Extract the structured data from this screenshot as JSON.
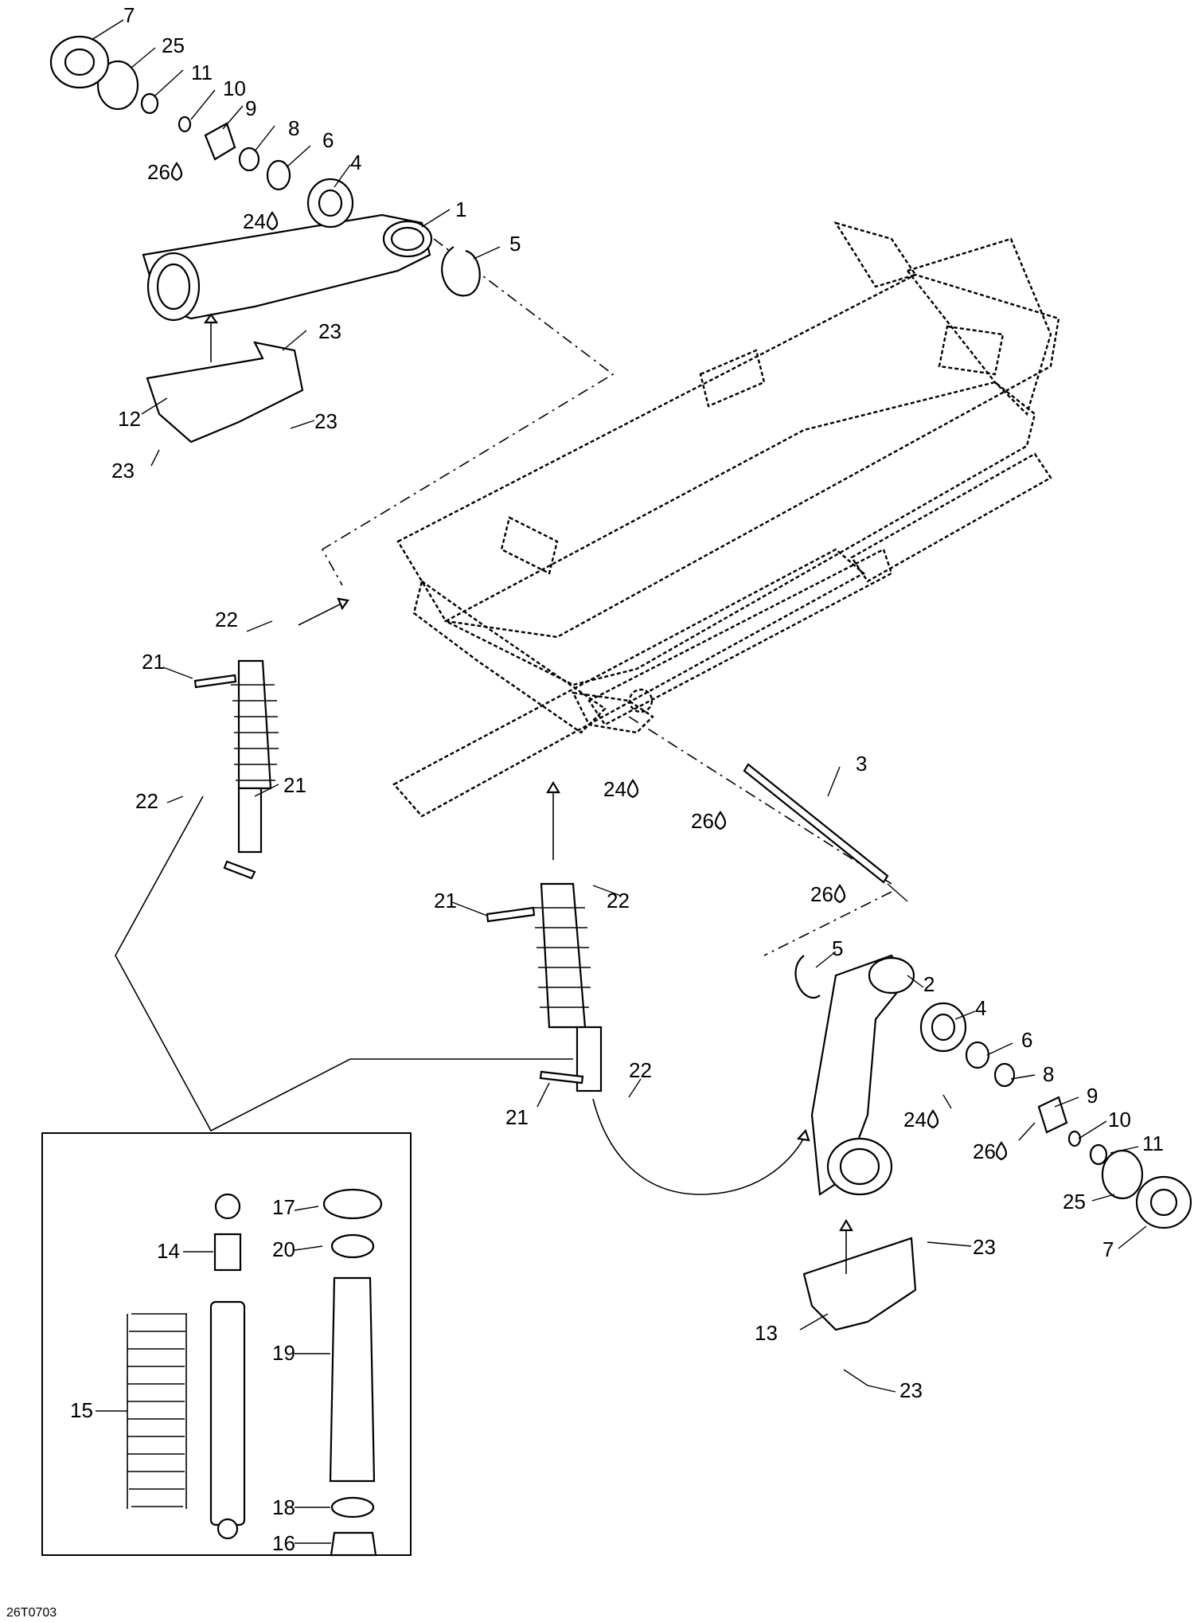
{
  "drawing_code": "26T0703",
  "callouts": [
    {
      "id": "c7a",
      "text": "7"
    },
    {
      "id": "c25a",
      "text": "25"
    },
    {
      "id": "c11a",
      "text": "11"
    },
    {
      "id": "c10a",
      "text": "10"
    },
    {
      "id": "c9a",
      "text": "9"
    },
    {
      "id": "c8a",
      "text": "8"
    },
    {
      "id": "c6a",
      "text": "6"
    },
    {
      "id": "c26a",
      "text": "26"
    },
    {
      "id": "c4a",
      "text": "4"
    },
    {
      "id": "c24a",
      "text": "24"
    },
    {
      "id": "c1",
      "text": "1"
    },
    {
      "id": "c5a",
      "text": "5"
    },
    {
      "id": "c23a",
      "text": "23"
    },
    {
      "id": "c12",
      "text": "12"
    },
    {
      "id": "c23b",
      "text": "23"
    },
    {
      "id": "c23c",
      "text": "23"
    },
    {
      "id": "c22a",
      "text": "22"
    },
    {
      "id": "c21a",
      "text": "21"
    },
    {
      "id": "c22b",
      "text": "22"
    },
    {
      "id": "c21b",
      "text": "21"
    },
    {
      "id": "c24b",
      "text": "24"
    },
    {
      "id": "c3",
      "text": "3"
    },
    {
      "id": "c26b",
      "text": "26"
    },
    {
      "id": "c26c",
      "text": "26"
    },
    {
      "id": "c21c",
      "text": "21"
    },
    {
      "id": "c22c",
      "text": "22"
    },
    {
      "id": "c5b",
      "text": "5"
    },
    {
      "id": "c2",
      "text": "2"
    },
    {
      "id": "c4b",
      "text": "4"
    },
    {
      "id": "c6b",
      "text": "6"
    },
    {
      "id": "c8b",
      "text": "8"
    },
    {
      "id": "c9b",
      "text": "9"
    },
    {
      "id": "c22d",
      "text": "22"
    },
    {
      "id": "c21d",
      "text": "21"
    },
    {
      "id": "c24c",
      "text": "24"
    },
    {
      "id": "c10b",
      "text": "10"
    },
    {
      "id": "c11b",
      "text": "11"
    },
    {
      "id": "c26d",
      "text": "26"
    },
    {
      "id": "c25b",
      "text": "25"
    },
    {
      "id": "c7b",
      "text": "7"
    },
    {
      "id": "c23d",
      "text": "23"
    },
    {
      "id": "c13",
      "text": "13"
    },
    {
      "id": "c23e",
      "text": "23"
    },
    {
      "id": "c17",
      "text": "17"
    },
    {
      "id": "c14",
      "text": "14"
    },
    {
      "id": "c20",
      "text": "20"
    },
    {
      "id": "c19",
      "text": "19"
    },
    {
      "id": "c15",
      "text": "15"
    },
    {
      "id": "c18",
      "text": "18"
    },
    {
      "id": "c16",
      "text": "16"
    }
  ]
}
